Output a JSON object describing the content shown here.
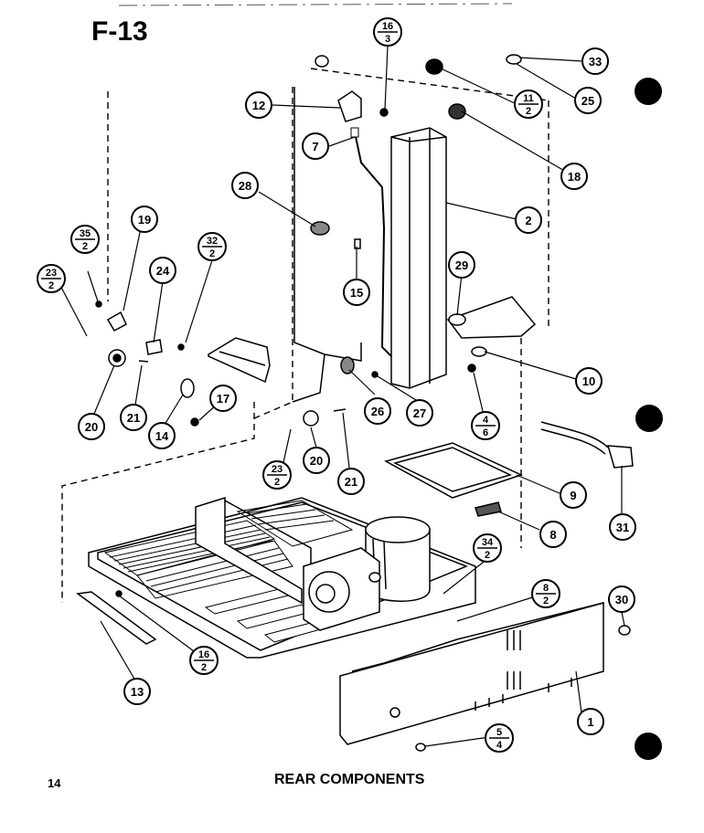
{
  "page": {
    "title": "F-13",
    "caption": "REAR COMPONENTS",
    "page_number": "14"
  },
  "callouts": [
    {
      "id": "c33",
      "text": "33"
    },
    {
      "id": "c25",
      "text": "25"
    },
    {
      "id": "c18",
      "text": "18"
    },
    {
      "id": "c12",
      "text": "12"
    },
    {
      "id": "c7",
      "text": "7"
    },
    {
      "id": "c28",
      "text": "28"
    },
    {
      "id": "c2",
      "text": "2"
    },
    {
      "id": "c29",
      "text": "29"
    },
    {
      "id": "c15",
      "text": "15"
    },
    {
      "id": "c10",
      "text": "10"
    },
    {
      "id": "c19",
      "text": "19"
    },
    {
      "id": "c24",
      "text": "24"
    },
    {
      "id": "c20a",
      "text": "20"
    },
    {
      "id": "c21a",
      "text": "21"
    },
    {
      "id": "c14",
      "text": "14"
    },
    {
      "id": "c17",
      "text": "17"
    },
    {
      "id": "c26",
      "text": "26"
    },
    {
      "id": "c27",
      "text": "27"
    },
    {
      "id": "c20b",
      "text": "20"
    },
    {
      "id": "c21b",
      "text": "21"
    },
    {
      "id": "c9",
      "text": "9"
    },
    {
      "id": "c8",
      "text": "8"
    },
    {
      "id": "c31",
      "text": "31"
    },
    {
      "id": "c30",
      "text": "30"
    },
    {
      "id": "c13",
      "text": "13"
    },
    {
      "id": "c1",
      "text": "1"
    }
  ],
  "fractions": [
    {
      "id": "f16_3",
      "num": "16",
      "den": "3"
    },
    {
      "id": "f11_2",
      "num": "11",
      "den": "2"
    },
    {
      "id": "f35_2",
      "num": "35",
      "den": "2"
    },
    {
      "id": "f32_2",
      "num": "32",
      "den": "2"
    },
    {
      "id": "f23_2a",
      "num": "23",
      "den": "2"
    },
    {
      "id": "f4_6",
      "num": "4",
      "den": "6"
    },
    {
      "id": "f23_2b",
      "num": "23",
      "den": "2"
    },
    {
      "id": "f34_2",
      "num": "34",
      "den": "2"
    },
    {
      "id": "f8_2",
      "num": "8",
      "den": "2"
    },
    {
      "id": "f16_2",
      "num": "16",
      "den": "2"
    },
    {
      "id": "f5_4",
      "num": "5",
      "den": "4"
    }
  ]
}
